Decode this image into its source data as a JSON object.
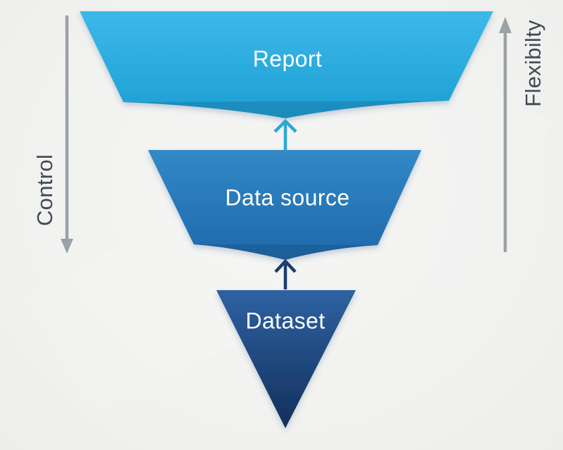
{
  "funnel": {
    "layers": [
      {
        "id": "report",
        "label": "Report"
      },
      {
        "id": "data-source",
        "label": "Data source"
      },
      {
        "id": "dataset",
        "label": "Dataset"
      }
    ],
    "left_axis": {
      "label": "Control",
      "direction": "down"
    },
    "right_axis": {
      "label": "Flexibilty",
      "direction": "up"
    },
    "colors": {
      "report_top": "#3cb9e9",
      "report_bottom": "#1d9ed4",
      "datasource_top": "#3189c6",
      "datasource_bottom": "#1f68ac",
      "dataset_top": "#2f62a2",
      "dataset_bottom": "#122f5b",
      "arrow_teal": "#2ba7d8",
      "arrow_navy": "#1d3c6d",
      "axis_gray": "#9aa2a8",
      "axis_text": "#3e4a54"
    }
  }
}
